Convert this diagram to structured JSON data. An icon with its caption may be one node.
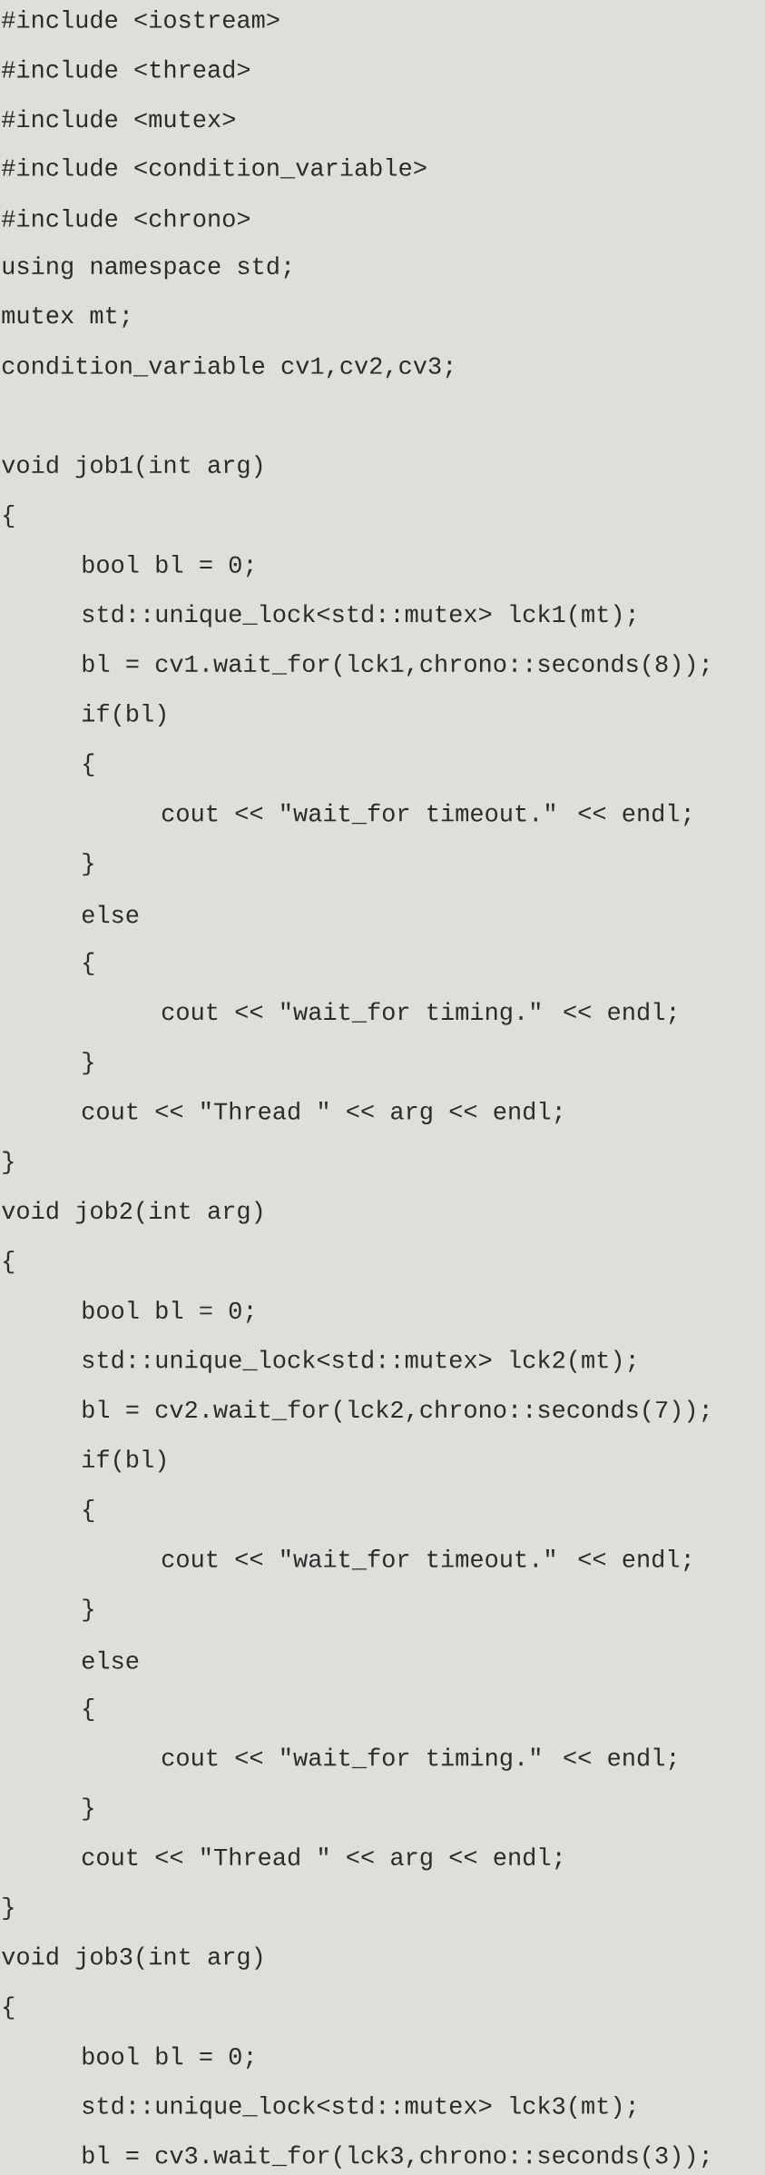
{
  "diagram": {
    "labels": [
      "#include <iostream>",
      "#include <thread>",
      "#include <mutex>",
      "#include <condition_variable>",
      "#include <chrono>",
      "using namespace std;",
      "mutex mt;",
      "condition_variable cv1,cv2,cv3;",
      "void job1(int arg)",
      "{",
      "bool bl = 0;",
      "std::unique_lock<std::mutex> lck1(mt);",
      "bl = cv1.wait_for(lck1,chrono::seconds(8));",
      "if(bl)",
      "{",
      "cout << \"wait_for timeout.\" << endl;",
      "}",
      "else",
      "{",
      "cout << \"wait_for timing.\" << endl;",
      "}",
      "cout << \"Thread \" << arg << endl;",
      "}",
      "void job2(int arg)",
      "{",
      "bool bl = 0;",
      "std::unique_lock<std::mutex> lck2(mt);",
      "bl = cv2.wait_for(lck2,chrono::seconds(7));",
      "if(bl)",
      "{",
      "cout << \"wait_for timeout.\" << endl;",
      "}",
      "else",
      "{",
      "cout << \"wait_for timing.\" << endl;",
      "}",
      "cout << \"Thread \" << arg << endl;",
      "}",
      "void job3(int arg)",
      "{",
      "bool bl = 0;",
      "std::unique_lock<std::mutex> lck3(mt);",
      "bl = cv3.wait_for(lck3,chrono::seconds(3));"
    ]
  }
}
